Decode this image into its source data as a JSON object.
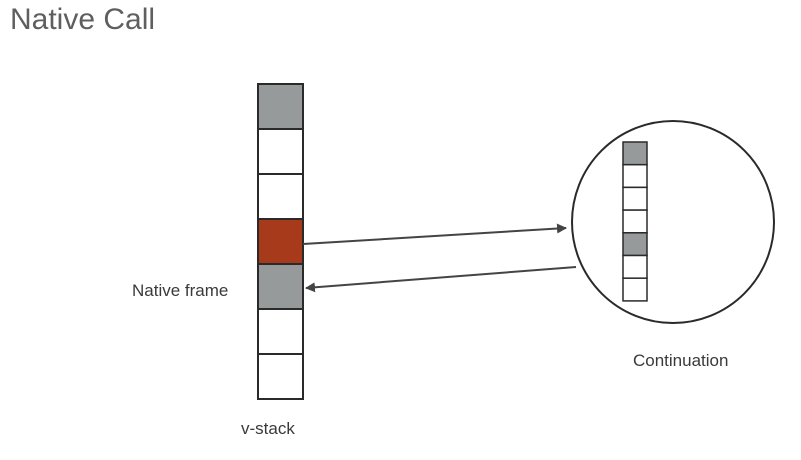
{
  "title": "Native Call",
  "labels": {
    "native_frame": "Native frame",
    "v_stack": "v-stack",
    "continuation": "Continuation"
  },
  "colors": {
    "gray_cell": "#969a9b",
    "native_cell": "#a63a1a",
    "empty_cell": "#ffffff",
    "stroke": "#2a2a2a",
    "arrow": "#444444"
  },
  "v_stack": {
    "cells": [
      "gray",
      "empty",
      "empty",
      "native",
      "gray",
      "empty",
      "empty"
    ]
  },
  "continuation": {
    "cells": [
      "gray",
      "empty",
      "empty",
      "empty",
      "gray",
      "empty",
      "empty"
    ]
  }
}
